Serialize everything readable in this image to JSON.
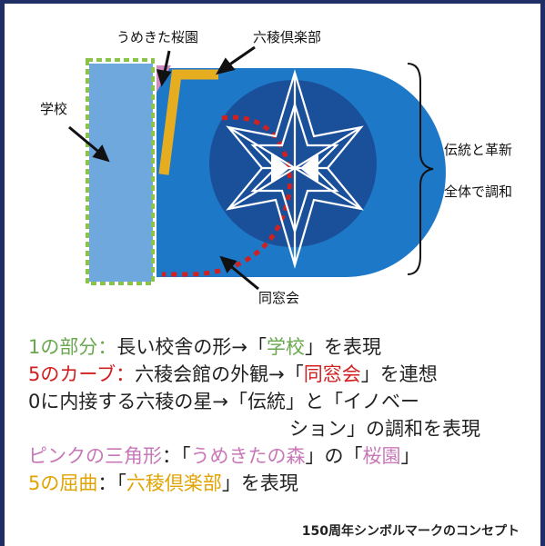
{
  "labels": {
    "school": "学校",
    "cherry_garden": "うめきた桜園",
    "rikuryo_club": "六稜倶楽部",
    "tradition_innovation": "伝統と革新",
    "overall_harmony": "全体で調和",
    "alumni": "同窓会"
  },
  "descriptions": [
    {
      "term": "1の部分",
      "sep": "：",
      "a": "長い校舎の形→「",
      "hl": "学校",
      "b": "」を表現"
    },
    {
      "term": "5のカーブ",
      "sep": "：",
      "a": "六稜会館の外観→「",
      "hl": "同窓会",
      "b": "」を連想"
    },
    {
      "line1": "0に内接する六稜の星→「伝統」と「イノベー",
      "line2": "ション」の調和を表現"
    },
    {
      "term": "ピンクの三角形",
      "sep": "：",
      "a": "「",
      "hl": "うめきたの森",
      "b": "」の「",
      "hl2": "桜園",
      "c": "」"
    },
    {
      "term": "5の屈曲",
      "sep": "：",
      "a": "「",
      "hl": "六稜倶楽部",
      "b": "」を表現"
    }
  ],
  "caption": "150周年シンボルマークのコンセプト",
  "colors": {
    "frame": "#1f2f66",
    "logo_blue": "#1e78c8",
    "dark_blue": "#1a4f9a",
    "light_blue": "#6fa8dc",
    "pink": "#d08cc0",
    "gold": "#e6ad20",
    "red": "#d02020",
    "green": "#6aa84f",
    "orange": "#e1a300"
  }
}
